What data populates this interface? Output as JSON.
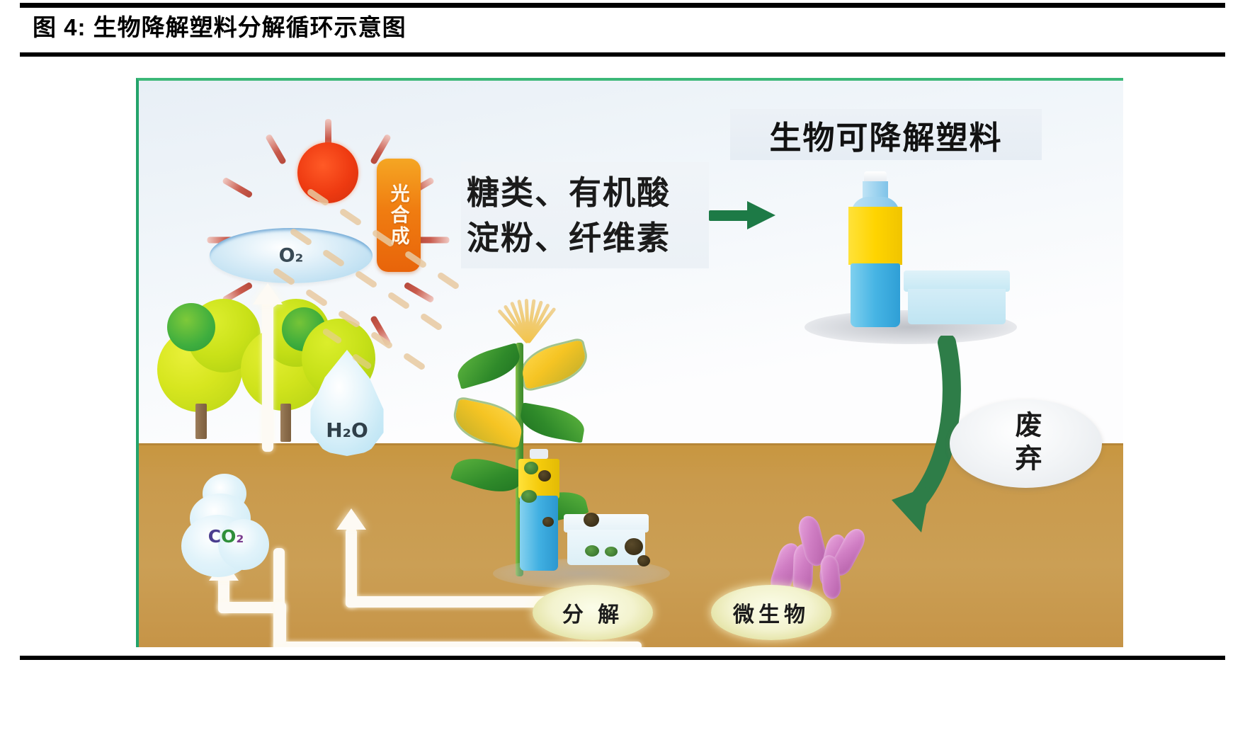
{
  "figure": {
    "title": "图 4:  生物降解塑料分解循环示意图"
  },
  "diagram": {
    "sun": {
      "icon": "sun-icon"
    },
    "o2_bubble": {
      "label": "O₂"
    },
    "h2o_drop": {
      "label": "H₂O"
    },
    "co2_cloud": {
      "label_part1": "C",
      "label_part2": "O",
      "label_part3": "₂"
    },
    "photosynthesis_badge": {
      "label": "光合成"
    },
    "sugars_block": {
      "line1": "糖类、有机酸",
      "line2": "淀粉、纤维素"
    },
    "product_title": {
      "label": "生物可降解塑料"
    },
    "discard_label": {
      "label": "废弃"
    },
    "soil_labels": [
      {
        "label": "分 解"
      },
      {
        "label": "微生物"
      }
    ],
    "arrows": {
      "sugars_to_product": "arrow-right-icon",
      "product_to_soil": "curved-arrow-down-icon",
      "co2_recycle": "white-recycle-arrows-icon"
    },
    "objects": {
      "trees": "tree-icon",
      "corn_plant": "corn-plant-icon",
      "plastic_bottle": "plastic-bottle-icon",
      "plastic_container": "plastic-container-icon",
      "decomposing_bottle": "decomposing-bottle-icon",
      "microbes": "microbe-icon"
    }
  },
  "colors": {
    "frame_green": "#23a36a",
    "soil_brown": "#c8963f",
    "sky_blue": "#eef3f8",
    "sun_red": "#ee3a11",
    "badge_orange": "#f07d11",
    "arrow_green": "#1d7a46",
    "bottle_yellow": "#ffd400",
    "bottle_blue": "#2f9fd6",
    "microbe_purple": "#c77ab9"
  }
}
